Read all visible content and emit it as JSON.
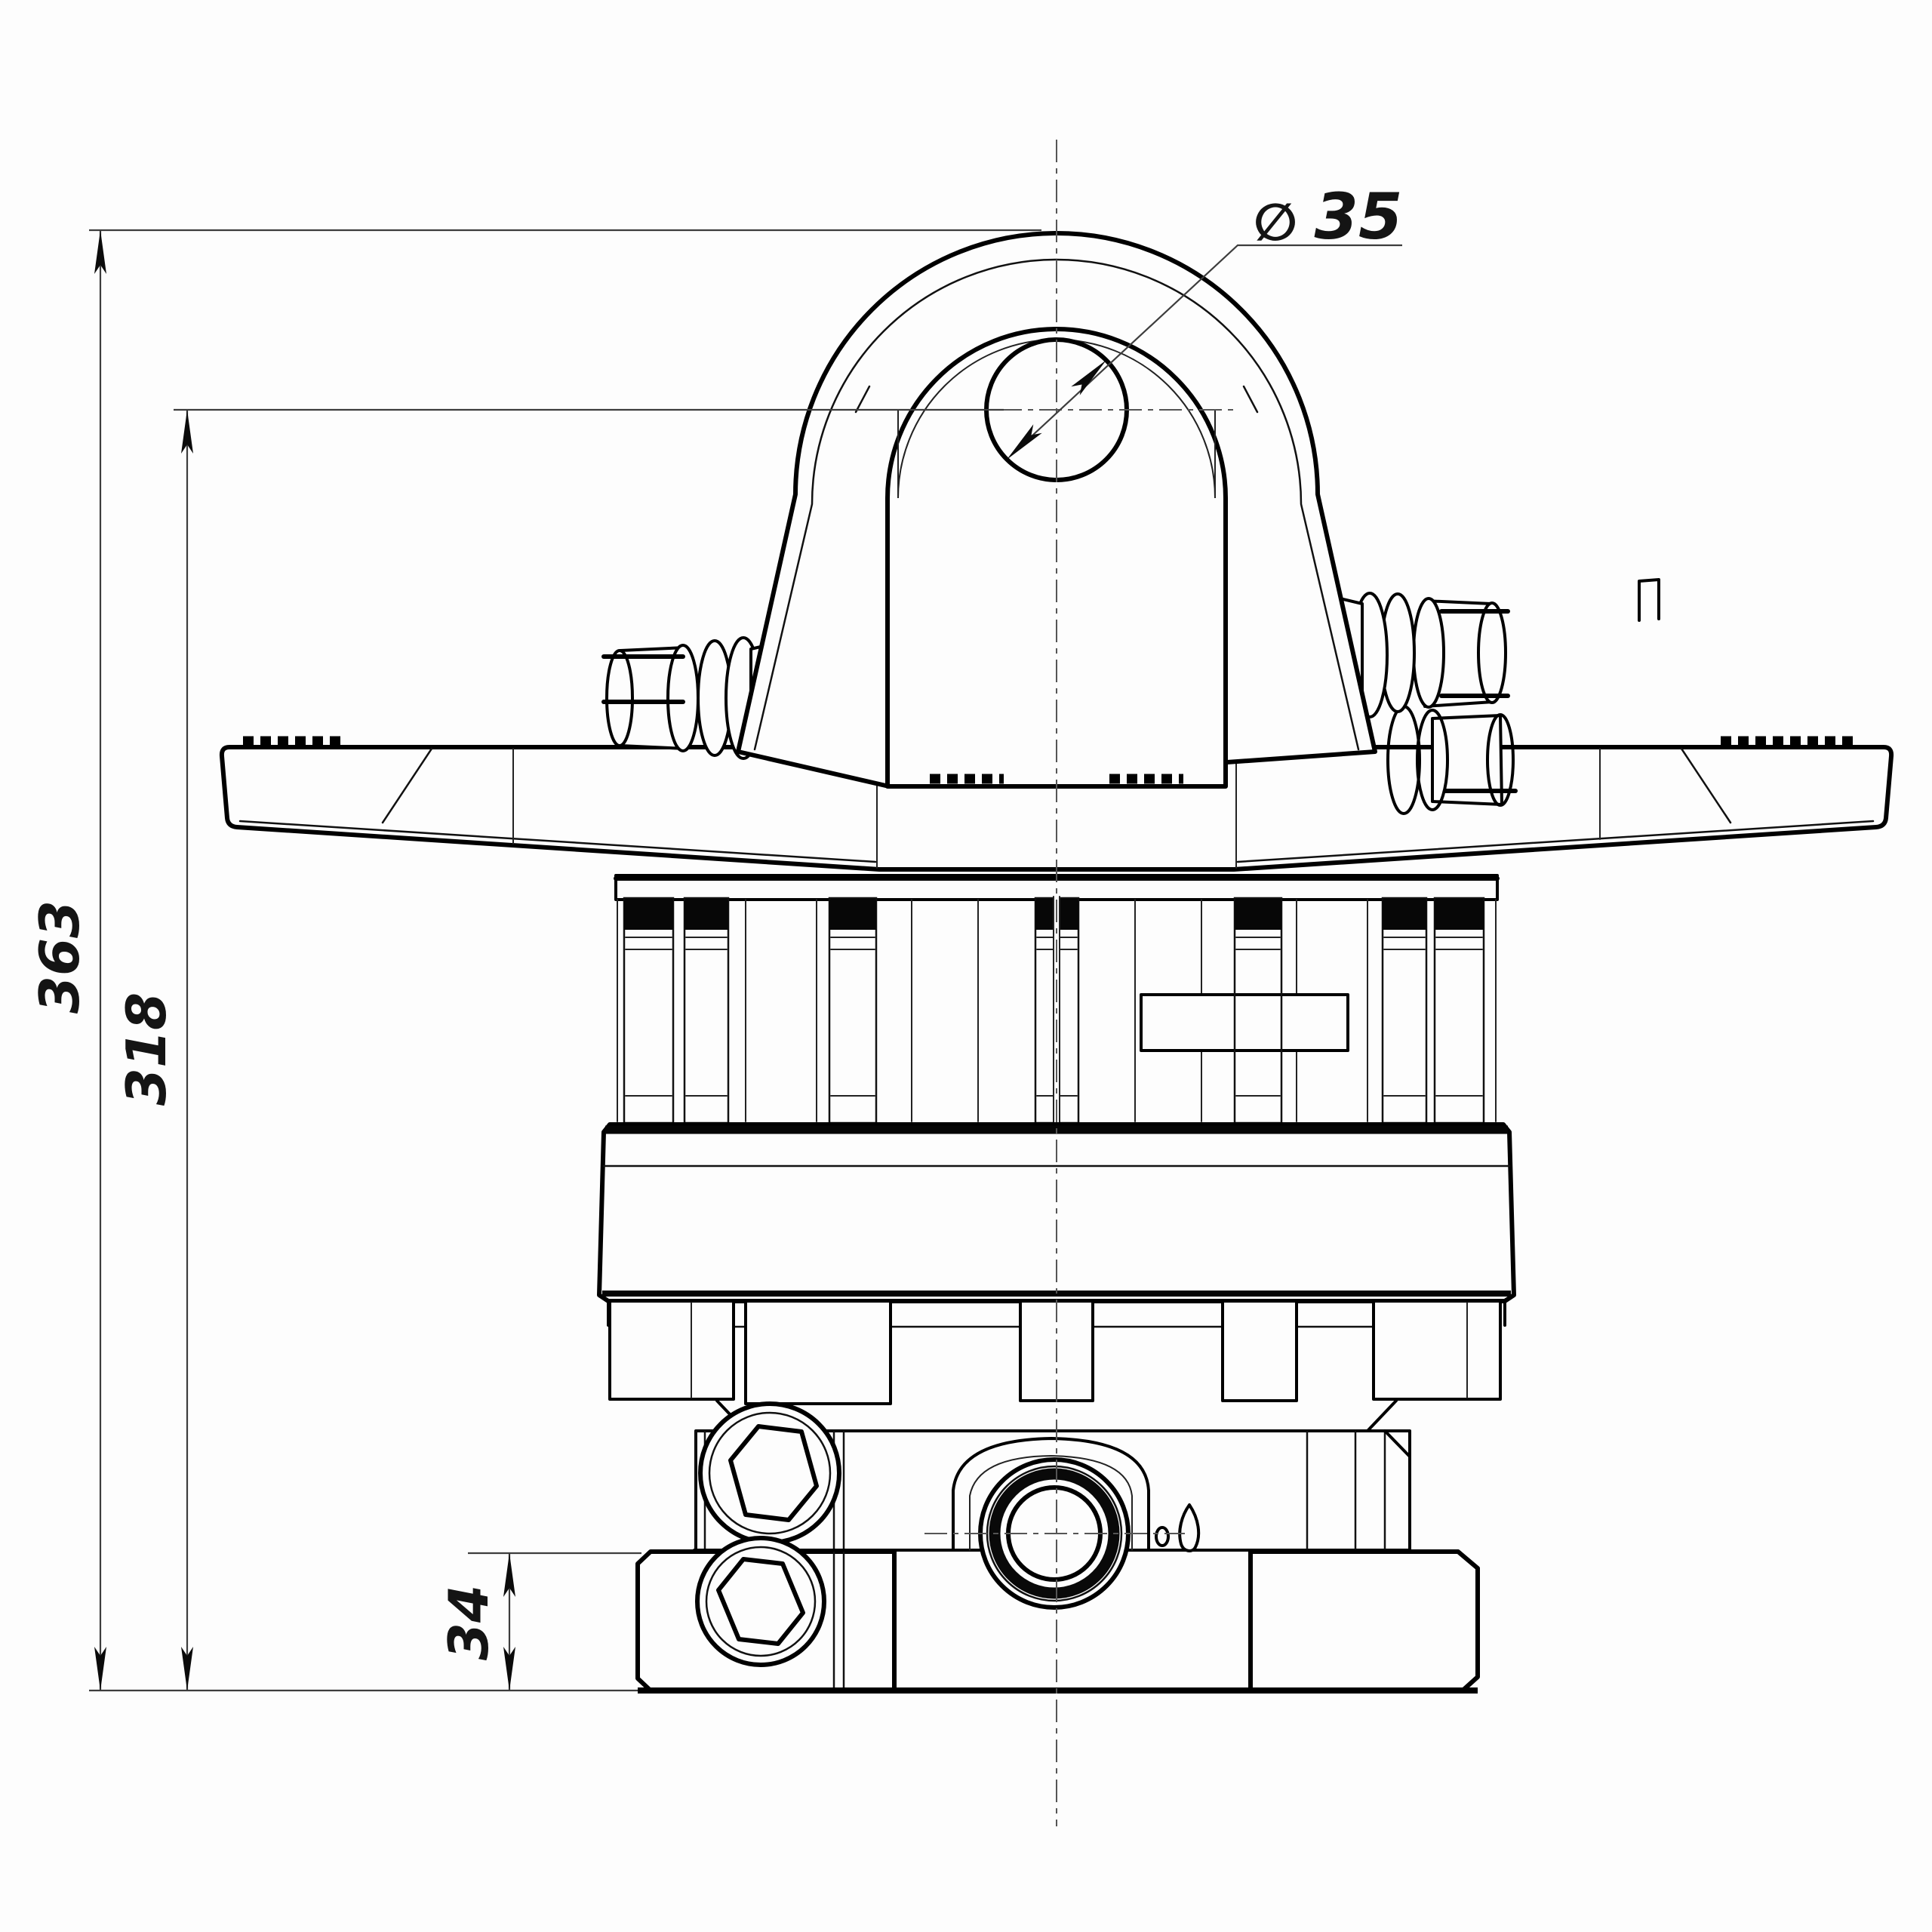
{
  "drawing": {
    "type": "engineering-drawing",
    "subject": "hydraulic-rotator-front-view",
    "dimensions": {
      "overall_height": {
        "value": "363"
      },
      "shackle_pin_center_height": {
        "value": "318"
      },
      "base_flange_height": {
        "value": "34"
      },
      "shackle_hole_diameter": {
        "symbol": "∅",
        "value": "35"
      }
    },
    "colors": {
      "line": "#000000",
      "dimension_line": "#3d3d3d",
      "centerline": "#555555",
      "background": "#fdfdfd"
    }
  }
}
